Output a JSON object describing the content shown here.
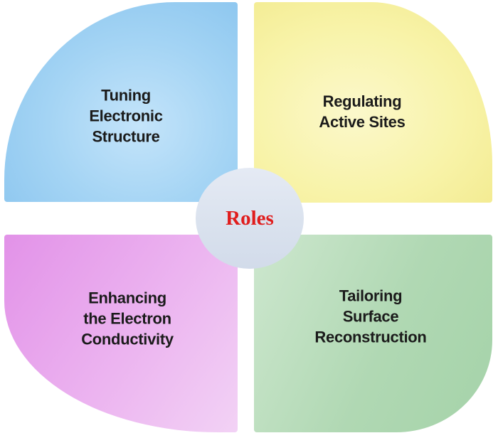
{
  "diagram": {
    "title": "Roles",
    "background_color": "#ffffff",
    "text_color": "#1b1b1b",
    "center": {
      "label": "Roles",
      "label_color": "#e01d1d",
      "circle_color": "#dbe2ee"
    },
    "quadrants": [
      {
        "position": "top-left",
        "label": "Tuning Electronic Structure",
        "lines": [
          "Tuning",
          "Electronic",
          "Structure"
        ],
        "color": "#a4d4f4"
      },
      {
        "position": "top-right",
        "label": "Regulating Active Sites",
        "lines": [
          "Regulating",
          "Active Sites"
        ],
        "color": "#f8f3a8"
      },
      {
        "position": "bottom-left",
        "label": "Enhancing the Electron Conductivity",
        "lines": [
          "Enhancing",
          "the Electron",
          "Conductivity"
        ],
        "color": "#ecb4f0"
      },
      {
        "position": "bottom-right",
        "label": "Tailoring Surface Reconstruction",
        "lines": [
          "Tailoring",
          "Surface",
          "Reconstruction"
        ],
        "color": "#b0d8b3"
      }
    ]
  }
}
